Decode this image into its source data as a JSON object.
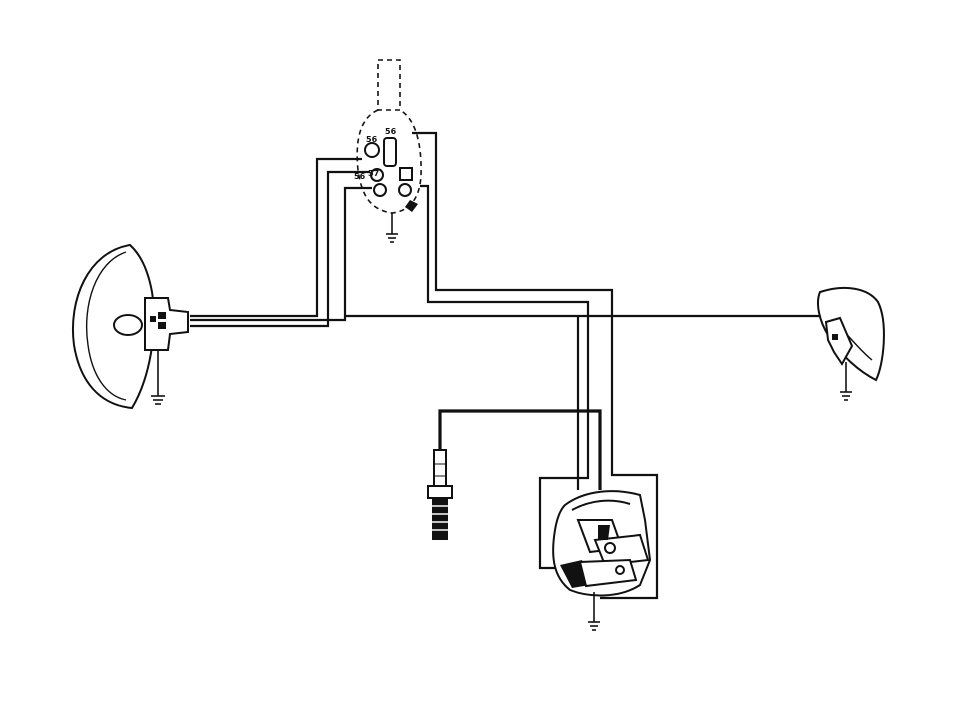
{
  "switch": {
    "terminals": [
      "56",
      "56",
      "57",
      "56"
    ]
  }
}
